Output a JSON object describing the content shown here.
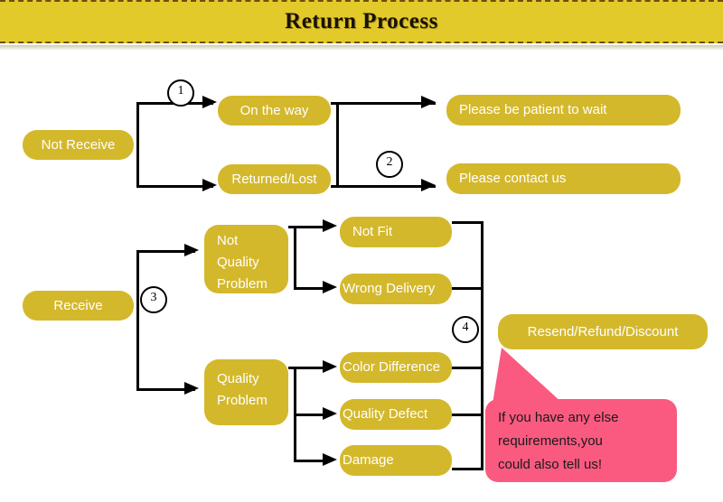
{
  "header": {
    "title": "Return Process",
    "banner_color": "#e3ca2b",
    "dash_color": "#6b4f10"
  },
  "theme": {
    "node_color": "#d4b82c",
    "node_text_color": "#ffffff",
    "line_color": "#000000",
    "callout_color": "#fa5a80"
  },
  "flow": {
    "branch_not_receive": {
      "source": "Not Receive",
      "states": {
        "on_the_way": "On the way",
        "returned_lost": "Returned/Lost"
      },
      "outcomes": {
        "wait": "Please be patient to wait",
        "contact": "Please contact us"
      },
      "markers": {
        "one": "1",
        "two": "2"
      }
    },
    "branch_receive": {
      "source": "Receive",
      "categories": {
        "not_quality": "Not\nQuality\nProblem",
        "quality": "Quality\nProblem"
      },
      "reasons": {
        "not_fit": "Not Fit",
        "wrong_delivery": "Wrong Delivery",
        "color_difference": "Color Difference",
        "quality_defect": "Quality Defect",
        "damage": "Damage"
      },
      "outcome": "Resend/Refund/Discount",
      "markers": {
        "three": "3",
        "four": "4"
      }
    }
  },
  "callout": {
    "text": "If you have any else\nrequirements,you\ncould also tell us!"
  }
}
